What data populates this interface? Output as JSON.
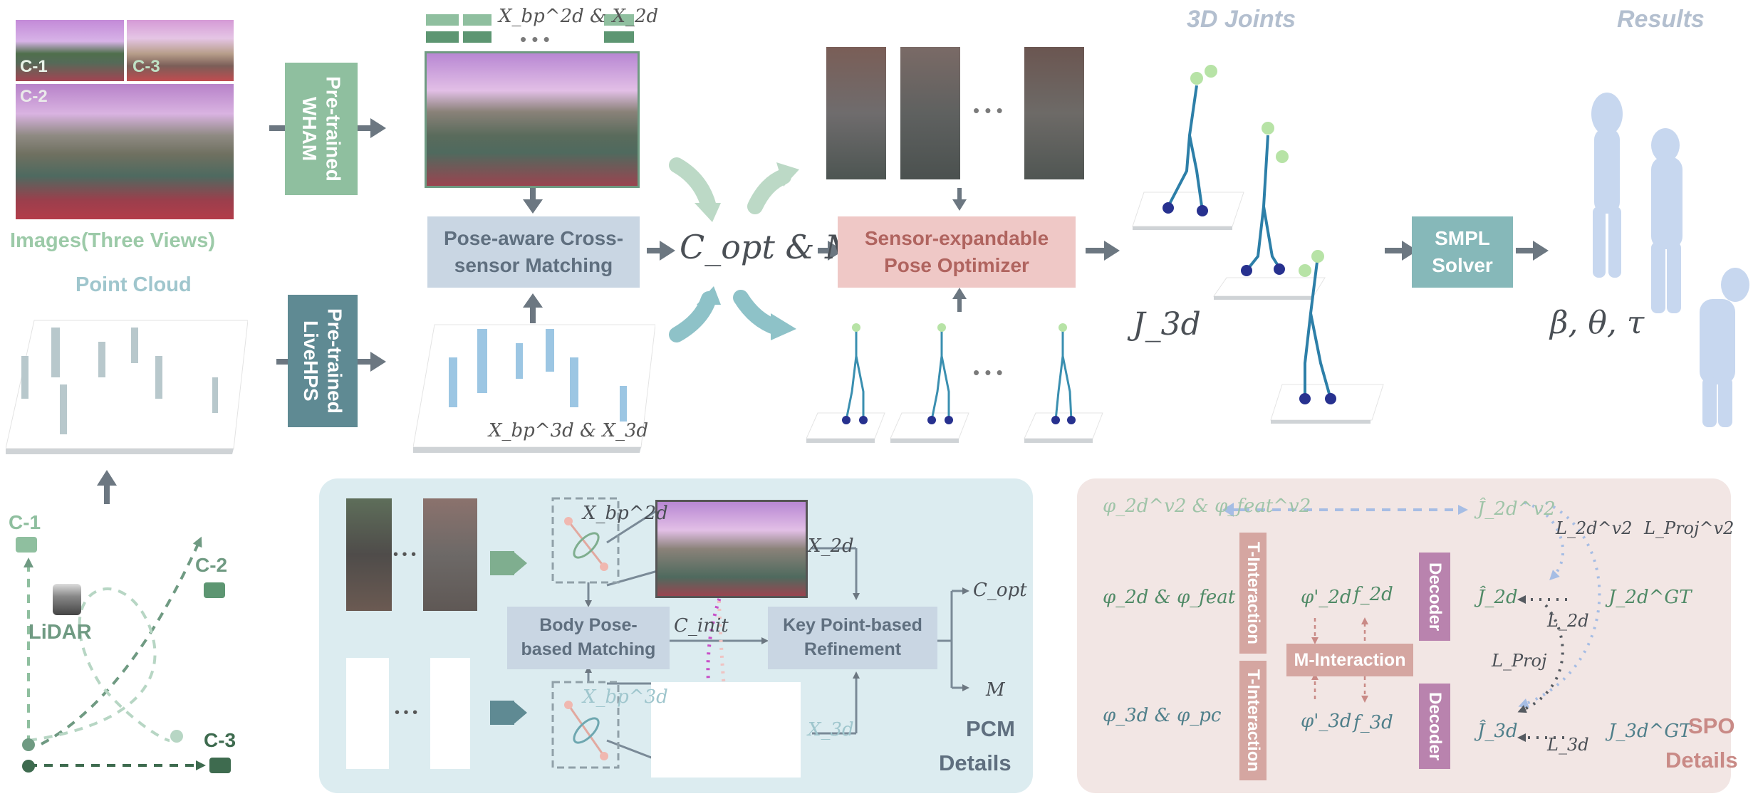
{
  "colors": {
    "wham_green": "#8fbf9f",
    "livehps_slate": "#5f8a93",
    "pcm_box": "#c9d6e3",
    "spo_box": "#efc8c6",
    "smpl_teal": "#86b8b9",
    "pcm_panel": "#dcecf0",
    "spo_panel": "#f2e6e4",
    "t_interaction": "#d5a6a1",
    "decoder": "#b983ae",
    "arrow_gray": "#6c7781",
    "pale_green": "#b7d6c4",
    "pale_teal": "#8ec2c8",
    "camera_green": "#5d9672"
  },
  "icons": [
    "camera-icon",
    "lidar-icon",
    "human-mesh-icon",
    "point-cloud-icon",
    "skeleton-icon",
    "video-frame-icon"
  ],
  "headers": {
    "joints": "3D Joints",
    "results": "Results"
  },
  "inputs": {
    "images_title": "Images(Three Views)",
    "pointcloud_title": "Point Cloud",
    "views": [
      "C-1",
      "C-3",
      "C-2"
    ]
  },
  "setup": {
    "cameras": [
      "C-1",
      "C-2",
      "C-3"
    ],
    "lidar": "LiDAR"
  },
  "models": {
    "wham": "Pre-trained WHAM",
    "livehps": "Pre-trained LiveHPS"
  },
  "labels": {
    "x2d_main": "X_bp^2d & X_2d",
    "x3d_main": "X_bp^3d & X_3d",
    "copt_m": "C_opt & M",
    "j3d": "J_3d",
    "params": "β, θ, τ",
    "ellipsis": "• • •"
  },
  "boxes": {
    "pcm": "Pose-aware Cross-sensor Matching",
    "spo": "Sensor-expandable Pose Optimizer",
    "smpl": "SMPL Solver"
  },
  "pcm_details": {
    "body_match": "Body Pose-based Matching",
    "keypoint_refine": "Key Point-based Refinement",
    "xbp2d": "X_bp^2d",
    "xbp3d": "X_bp^3d",
    "x2d": "X_2d",
    "x3d": "X_3d",
    "cinit": "C_init",
    "copt": "C_opt",
    "m": "M",
    "caption_line1": "PCM",
    "caption_line2": "Details"
  },
  "spo_details": {
    "phi_v2": "φ_2d^v2 & φ_feat^v2",
    "phi2d": "φ_2d & φ_feat",
    "phi3d": "φ_3d & φ_pc",
    "t_interaction": "T-Interaction",
    "m_interaction": "M-Interaction",
    "decoder": "Decoder",
    "phi2d_prime": "φ'_2d",
    "phi3d_prime": "φ'_3d",
    "f2d": "f_2d",
    "f3d": "f_3d",
    "j2d_hat": "Ĵ_2d",
    "j3d_hat": "Ĵ_3d",
    "j2d_v2": "Ĵ_2d^v2",
    "j2d_gt": "J_2d^GT",
    "j3d_gt": "J_3d^GT",
    "l2d_v2": "L_2d^v2",
    "lproj_v2": "L_Proj^v2",
    "l2d": "L_2d",
    "lproj": "L_Proj",
    "l3d": "L_3d",
    "caption_line1": "SPO",
    "caption_line2": "Details"
  }
}
